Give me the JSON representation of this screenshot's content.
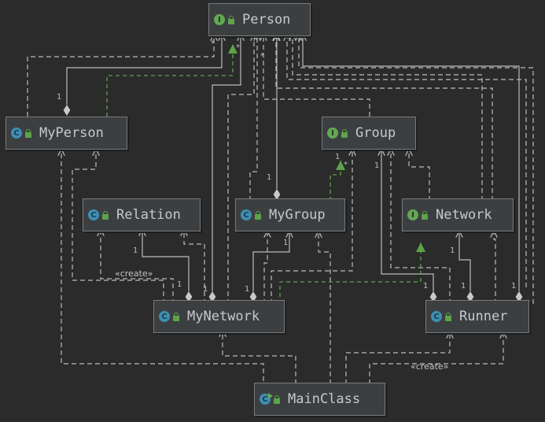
{
  "nodes": {
    "person": {
      "name": "Person",
      "kind": "interface",
      "badge_letter": "I"
    },
    "myperson": {
      "name": "MyPerson",
      "kind": "class",
      "badge_letter": "C"
    },
    "group": {
      "name": "Group",
      "kind": "interface",
      "badge_letter": "I"
    },
    "relation": {
      "name": "Relation",
      "kind": "class",
      "badge_letter": "C"
    },
    "mygroup": {
      "name": "MyGroup",
      "kind": "class",
      "badge_letter": "C"
    },
    "network": {
      "name": "Network",
      "kind": "interface",
      "badge_letter": "I"
    },
    "mynetwork": {
      "name": "MyNetwork",
      "kind": "class",
      "badge_letter": "C"
    },
    "runner": {
      "name": "Runner",
      "kind": "class",
      "badge_letter": "C"
    },
    "mainclass": {
      "name": "MainClass",
      "kind": "class",
      "badge_letter": "C"
    }
  },
  "labels": {
    "one": "1",
    "many": "*",
    "create": "«create»"
  },
  "colors": {
    "background": "#2b2b2b",
    "node_fill": "#3c3f41",
    "edge": "#bbbbbb",
    "realization_edge": "#5da34a",
    "interface_badge": "#62a852",
    "class_badge": "#3d8fb5"
  }
}
